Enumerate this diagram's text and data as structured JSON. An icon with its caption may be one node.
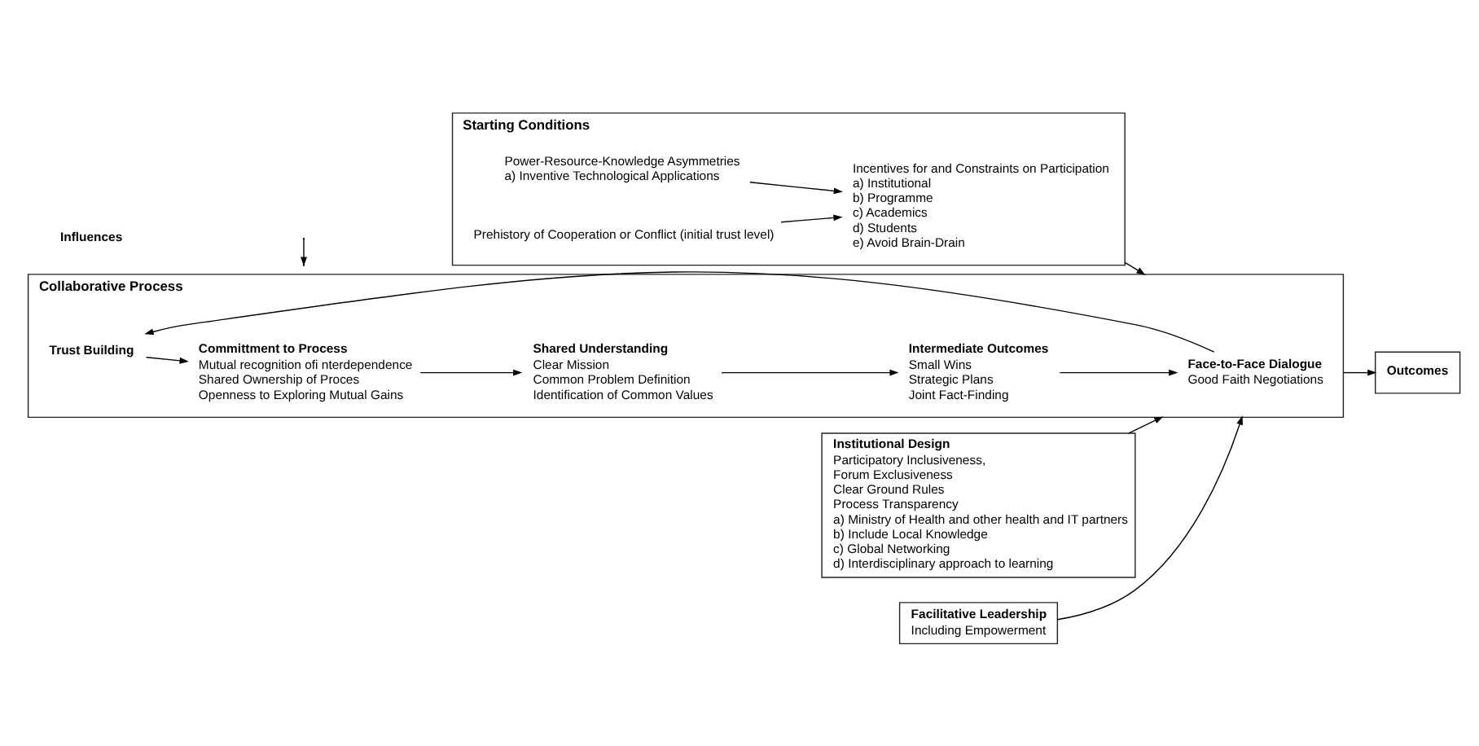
{
  "diagram": {
    "nodes": [
      {
        "text": [
          "Starting Conditions"
        ]
      },
      {
        "text": [
          "Power-Resource-Knowledge Asymmetries",
          "a) Inventive Technological Applications"
        ],
        "in": 0
      },
      {
        "text": [
          "Incentives for and Constraints on Participation",
          "a) Institutional",
          "b) Programme",
          "c) Academics",
          "d) Students",
          "e) Avoid Brain-Drain"
        ],
        "in": 0
      },
      {
        "text": [
          "Prehistory of Cooperation or Conflict (initial trust level)"
        ],
        "in": 0
      },
      {
        "text": [
          "Institutional Design",
          "Participatory Inclusiveness,",
          "Forum Exclusiveness",
          "Clear Ground Rules",
          "Process Transparency",
          "a) Ministry of Health and other health and IT partners",
          "b) Include Local Knowledge",
          "c) Global Networking",
          "d) Interdisciplinary approach to learning"
        ]
      },
      {
        "text": [
          "Collaborative Process"
        ]
      },
      {
        "text": [
          "Trust Building"
        ],
        "in": 5
      },
      {
        "text": [
          "Committment to Process",
          "Mutual recognition ofi nterdependence",
          "Shared Ownership of Proces",
          "Openness to Exploring Mutual Gains"
        ],
        "in": 5
      },
      {
        "text": [
          "Face-to-Face Dialogue",
          "Good Faith Negotiations"
        ],
        "in": 5
      },
      {
        "text": [
          "Intermediate Outcomes",
          "Small Wins",
          "Strategic Plans",
          "Joint Fact-Finding"
        ],
        "in": 5
      },
      {
        "text": [
          "Shared Understanding",
          "Clear Mission",
          "Common Problem Definition",
          "Identification of Common Values"
        ],
        "in": 5
      },
      {
        "text": [
          "Outcomes"
        ]
      },
      {
        "text": [
          "Facilitative Leadership",
          "Including Empowerment"
        ]
      }
    ],
    "edges": [
      {
        "from": 1,
        "to": 2,
        "arrow": "to"
      },
      {
        "from": 3,
        "to": 2,
        "arrow": "to"
      },
      {
        "from": 4,
        "to": 5,
        "arrow": "to"
      },
      {
        "from": 0,
        "to": 5,
        "arrow": "to"
      },
      {
        "from": 6,
        "to": 7,
        "arrow": "to"
      },
      {
        "from": 7,
        "to": 10,
        "arrow": "to"
      },
      {
        "from": 10,
        "to": 9,
        "arrow": "to"
      },
      {
        "from": 9,
        "to": 8,
        "arrow": "to"
      },
      {
        "from": 8,
        "to": 6,
        "arrow": "to"
      },
      {
        "from": 5,
        "to": 11,
        "arrow": "to"
      },
      {
        "from": 12,
        "to": 5,
        "arrow": "to"
      }
    ],
    "legend": [
      {
        "text": "Influences"
      }
    ]
  }
}
